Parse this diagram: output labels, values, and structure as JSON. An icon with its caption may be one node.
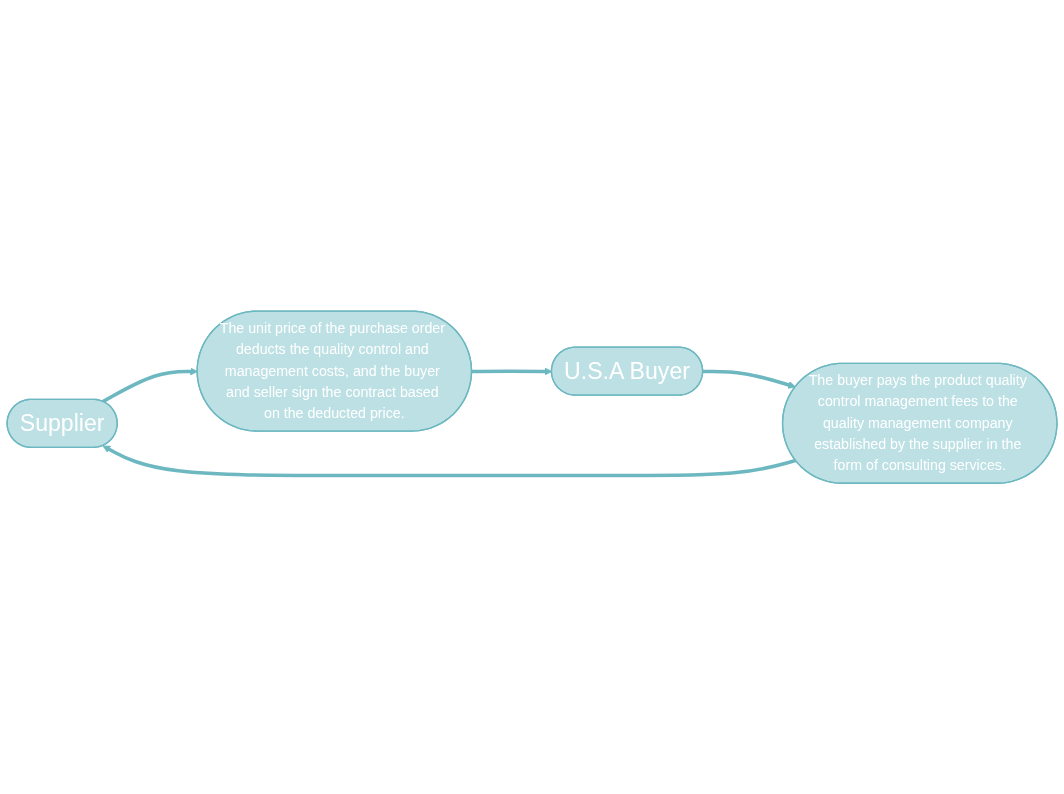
{
  "diagram": {
    "nodes": [
      {
        "text": [
          "Supplier"
        ]
      },
      {
        "text": [
          "The unit price of the purchase order deducts the quality control and management costs, and the buyer and seller sign the contract based on the deducted price."
        ]
      },
      {
        "text": [
          "U.S.A Buyer"
        ]
      },
      {
        "text": [
          "The buyer pays the product quality control management fees to the quality management company established by the supplier in the form of consulting services."
        ]
      }
    ],
    "edges": [
      {
        "from": 0,
        "to": 1,
        "arrow": "to"
      },
      {
        "from": 1,
        "to": 2,
        "arrow": "to"
      },
      {
        "from": 2,
        "to": 3,
        "arrow": "to"
      },
      {
        "from": 3,
        "to": 0,
        "arrow": "to"
      }
    ]
  }
}
